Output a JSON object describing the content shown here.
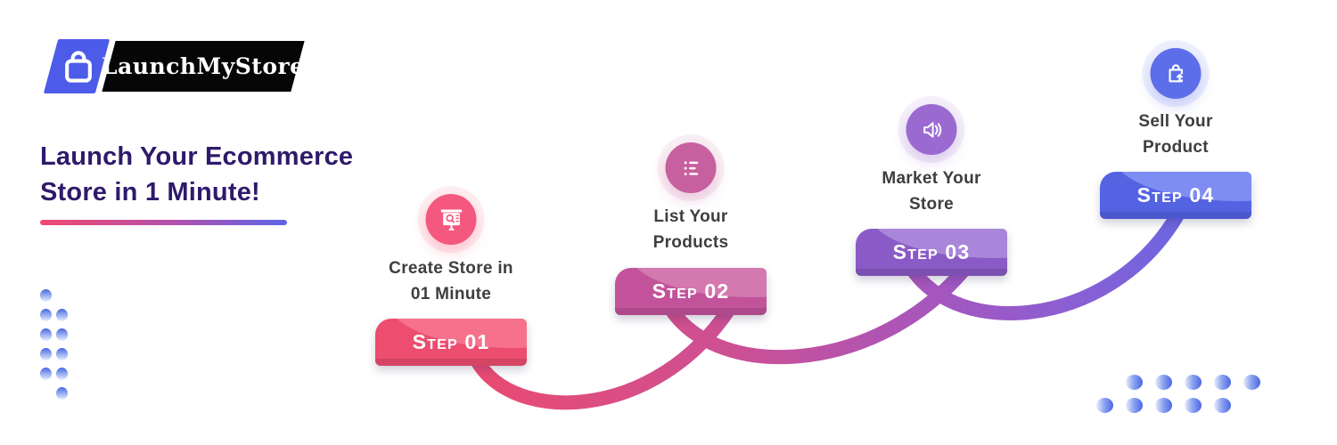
{
  "logo": {
    "brand": "LaunchMyStore",
    "icon": "shopping-bag-icon",
    "tile_color": "#4d5ce8",
    "plate_color": "#060606"
  },
  "heading": {
    "line1": "Launch Your Ecommerce",
    "line2": "Store in 1 Minute!",
    "color": "#2e1a6b",
    "underline_gradient": [
      "#f2486f",
      "#5c63e8"
    ]
  },
  "steps": [
    {
      "step_label": "Step 01",
      "title_lines": [
        "Create Store in",
        "01 Minute"
      ],
      "icon": "presentation-board-icon",
      "circle_color": "#f4587e",
      "banner_dark": "#ed4d6f",
      "banner_light": "#f6728c"
    },
    {
      "step_label": "Step 02",
      "title_lines": [
        "List Your",
        "Products"
      ],
      "icon": "bulleted-list-icon",
      "circle_color": "#c7609f",
      "banner_dark": "#c2539a",
      "banner_light": "#d478b0"
    },
    {
      "step_label": "Step 03",
      "title_lines": [
        "Market Your",
        "Store"
      ],
      "icon": "speaker-icon",
      "circle_color": "#9a6ad0",
      "banner_dark": "#8a5ac6",
      "banner_light": "#aa86da"
    },
    {
      "step_label": "Step 04",
      "title_lines": [
        "Sell Your",
        "Product"
      ],
      "icon": "shopping-bag-up-icon",
      "circle_color": "#5c6fe8",
      "banner_dark": "#5463e2",
      "banner_light": "#7f8df2"
    }
  ],
  "flow_gradient": [
    "#ec4a6e",
    "#cc5094",
    "#a656bd",
    "#8560d6",
    "#5b6ae8"
  ],
  "decor": {
    "dot_blue": "#4a66e6"
  }
}
